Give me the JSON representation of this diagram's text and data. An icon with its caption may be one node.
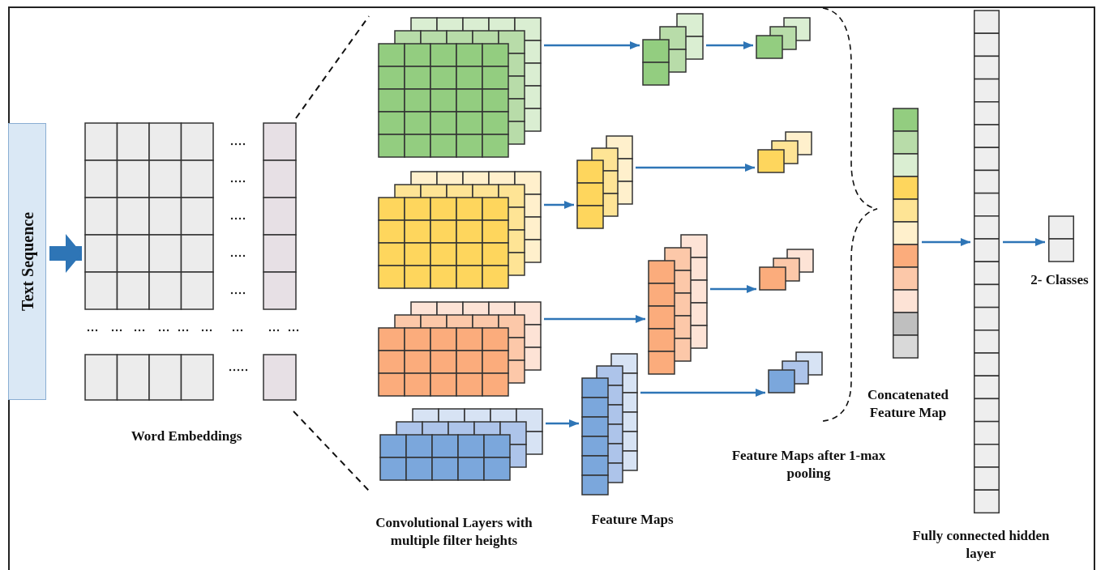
{
  "diagram": {
    "nodes": [
      {
        "text": [
          "Text Sequence"
        ]
      },
      {
        "text": [],
        "shape": "picture",
        "beside": [
          "Word Embeddings"
        ]
      },
      {
        "text": [],
        "shape": "picture"
      },
      {
        "text": [],
        "shape": "picture"
      },
      {
        "text": [],
        "shape": "picture"
      },
      {
        "text": [],
        "shape": "picture"
      },
      {
        "text": [],
        "shape": "picture"
      },
      {
        "text": [],
        "shape": "picture"
      },
      {
        "text": [],
        "shape": "picture"
      },
      {
        "text": [],
        "shape": "picture"
      },
      {
        "text": [],
        "shape": "picture"
      },
      {
        "text": [],
        "shape": "picture"
      },
      {
        "text": [],
        "shape": "picture"
      },
      {
        "text": [],
        "shape": "picture"
      },
      {
        "text": [],
        "shape": "bar",
        "beside": [
          "Concatenated Feature Map"
        ]
      },
      {
        "text": [],
        "shape": "bar",
        "beside": [
          "Fully connected hidden layer"
        ]
      },
      {
        "text": [],
        "shape": "box",
        "beside": [
          "2- Classes"
        ]
      }
    ],
    "edges": [
      {
        "from": 0,
        "to": 1,
        "arrow": "to",
        "style": "thick"
      },
      {
        "from": 2,
        "to": 6,
        "arrow": "to"
      },
      {
        "from": 3,
        "to": 7,
        "arrow": "to"
      },
      {
        "from": 4,
        "to": 8,
        "arrow": "to"
      },
      {
        "from": 5,
        "to": 9,
        "arrow": "to"
      },
      {
        "from": 6,
        "to": 10,
        "arrow": "to"
      },
      {
        "from": 7,
        "to": 11,
        "arrow": "to"
      },
      {
        "from": 8,
        "to": 12,
        "arrow": "to"
      },
      {
        "from": 9,
        "to": 13,
        "arrow": "to"
      },
      {
        "from": 14,
        "to": 15,
        "arrow": "to"
      },
      {
        "from": 15,
        "to": 16,
        "arrow": "to"
      }
    ],
    "labels": [
      "Convolutional Layers with multiple filter heights",
      "Feature Maps",
      "Feature Maps after 1-max pooling"
    ]
  }
}
